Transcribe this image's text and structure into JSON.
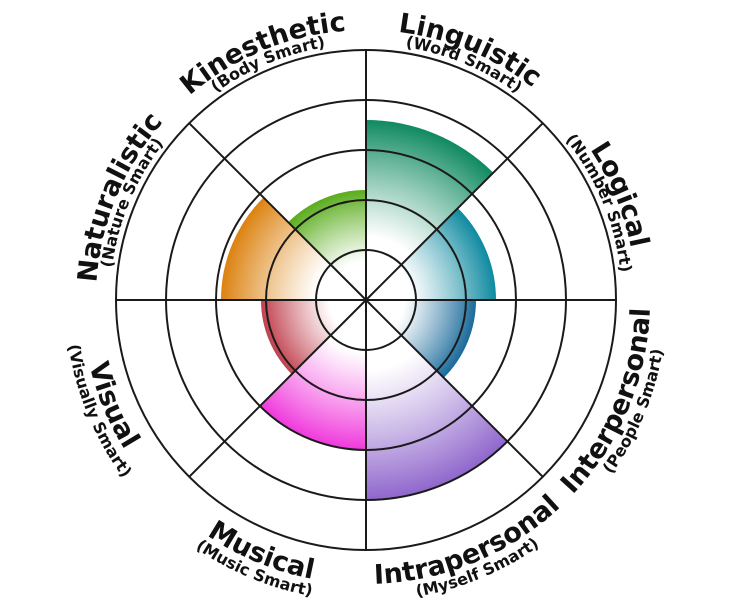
{
  "chart_data": {
    "type": "radial-bar",
    "max": 5,
    "segments": [
      {
        "title": "Linguistic",
        "subtitle": "(Word Smart)",
        "value": 3.6,
        "color": "#0f8a60"
      },
      {
        "title": "Logical",
        "subtitle": "(Number Smart)",
        "value": 2.6,
        "color": "#0e8aa0"
      },
      {
        "title": "Interpersonal",
        "subtitle": "(People Smart)",
        "value": 2.2,
        "color": "#1a6a9a"
      },
      {
        "title": "Intrapersonal",
        "subtitle": "(Myself Smart)",
        "value": 4.0,
        "color": "#8f66cc"
      },
      {
        "title": "Musical",
        "subtitle": "(Music Smart)",
        "value": 3.0,
        "color": "#f038dc"
      },
      {
        "title": "Visual",
        "subtitle": "(Visually Smart)",
        "value": 2.1,
        "color": "#c0404e"
      },
      {
        "title": "Naturalistic",
        "subtitle": "(Nature Smart)",
        "value": 2.9,
        "color": "#dc8210"
      },
      {
        "title": "Kinesthetic",
        "subtitle": "(Body Smart)",
        "value": 2.2,
        "color": "#5aac1c"
      }
    ]
  }
}
